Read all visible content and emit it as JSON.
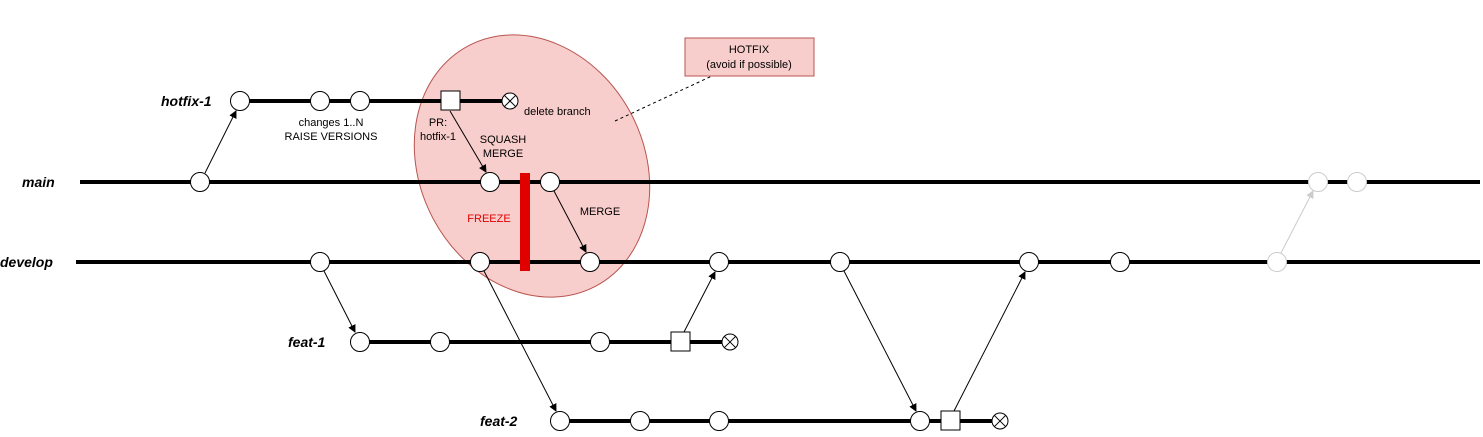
{
  "branches": {
    "hotfix": "hotfix-1",
    "main": "main",
    "develop": "develop",
    "feat1": "feat-1",
    "feat2": "feat-2"
  },
  "notes": {
    "changes_line1": "changes 1..N",
    "changes_line2": "RAISE VERSIONS",
    "delete_branch": "delete branch",
    "pr_line1": "PR:",
    "pr_line2": "hotfix-1",
    "squash_line1": "SQUASH",
    "squash_line2": "MERGE",
    "merge": "MERGE",
    "freeze": "FREEZE"
  },
  "callout": {
    "line1": "HOTFIX",
    "line2": "(avoid if possible)"
  },
  "colors": {
    "ellipse_fill": "#f8cecc",
    "ellipse_stroke": "#b85450",
    "freeze_bar": "#e00000",
    "faded": "#cccccc"
  }
}
